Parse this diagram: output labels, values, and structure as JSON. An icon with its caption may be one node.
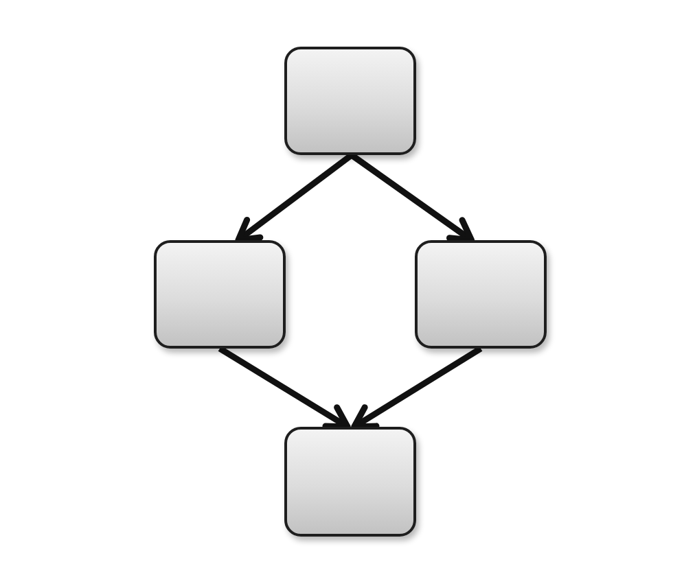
{
  "diagram": {
    "nodes": [
      {
        "text": [],
        "shape": "box"
      },
      {
        "text": [],
        "shape": "box"
      },
      {
        "text": [],
        "shape": "box"
      },
      {
        "text": [],
        "shape": "box"
      }
    ],
    "edges": [
      {
        "from": 0,
        "to": 1,
        "arrow": "to"
      },
      {
        "from": 0,
        "to": 2,
        "arrow": "to"
      },
      {
        "from": 1,
        "to": 3,
        "arrow": "to"
      },
      {
        "from": 2,
        "to": 3,
        "arrow": "to"
      }
    ]
  }
}
